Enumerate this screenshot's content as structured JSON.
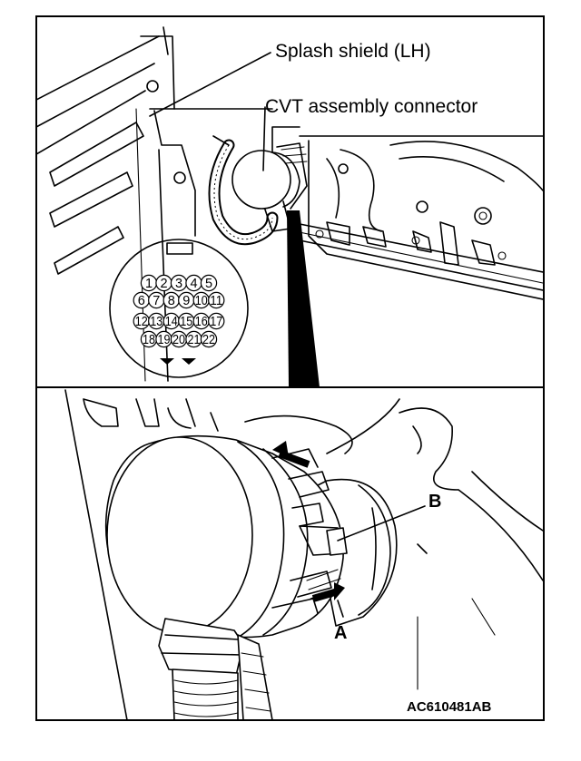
{
  "labels": {
    "splash_shield": "Splash shield (LH)",
    "cvt_connector": "CVT assembly connector",
    "callout_b": "B",
    "callout_a": "A",
    "figure_id": "AC610481AB"
  },
  "connector_pins": [
    [
      "1",
      "2",
      "3",
      "4",
      "5"
    ],
    [
      "6",
      "7",
      "8",
      "9",
      "10",
      "11"
    ],
    [
      "12",
      "13",
      "14",
      "15",
      "16",
      "17"
    ],
    [
      "18",
      "19",
      "20",
      "21",
      "22"
    ]
  ]
}
